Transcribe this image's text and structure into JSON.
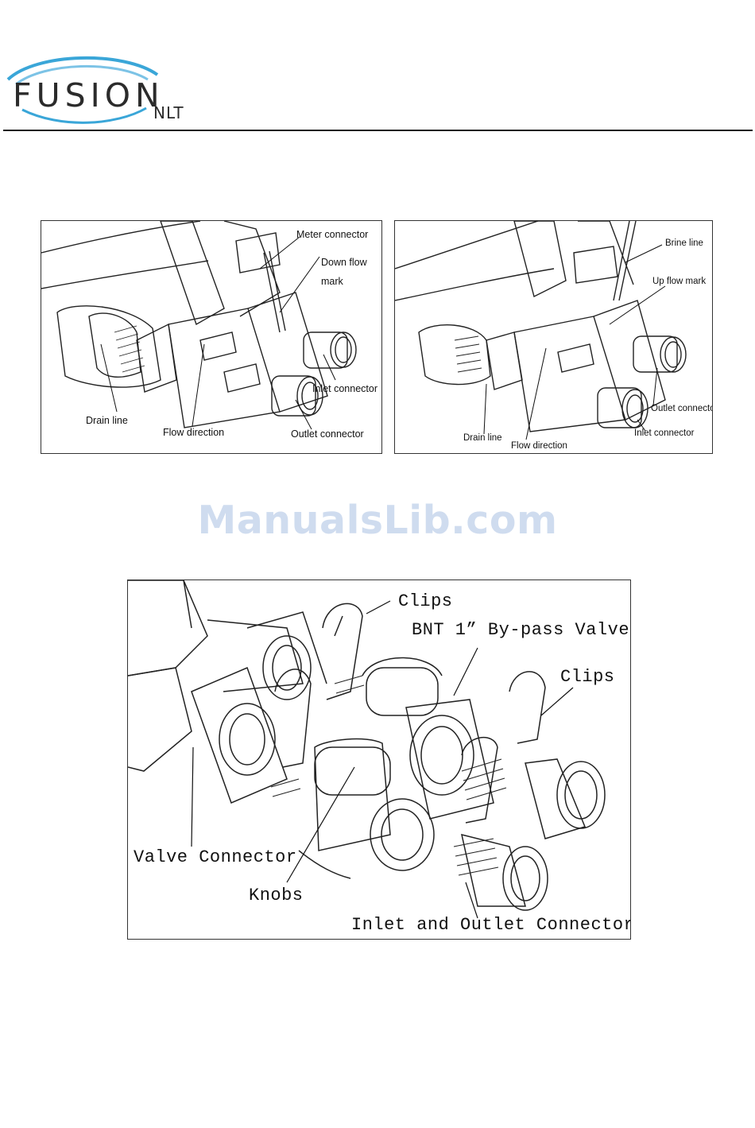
{
  "header": {
    "brand": "FUSION",
    "brand_sub": "NLT",
    "brand_color": "#2b2b2b",
    "swoosh_color": "#3aa6d8"
  },
  "figure_left": {
    "labels": {
      "meter_connector": "Meter connector",
      "down_flow_mark_1": "Down flow",
      "down_flow_mark_2": "mark",
      "inlet_connector": "Inlet connector",
      "drain_line": "Drain line",
      "flow_direction": "Flow direction",
      "outlet_connector": "Outlet connector"
    }
  },
  "figure_right": {
    "labels": {
      "brine_line": "Brine line",
      "up_flow_mark": "Up flow mark",
      "outlet_connector": "Outlet connector",
      "inlet_connector": "Inlet connector",
      "drain_line": "Drain line",
      "flow_direction": "Flow direction"
    }
  },
  "watermark": {
    "text": "ManualsLib.com"
  },
  "figure_bottom": {
    "labels": {
      "clips_top": "Clips",
      "bnt_bypass_valve": "BNT 1” By-pass Valve",
      "clips_right": "Clips",
      "valve_connector": "Valve Connector",
      "knobs": "Knobs",
      "inlet_outlet_connector": "Inlet and Outlet Connector"
    }
  }
}
